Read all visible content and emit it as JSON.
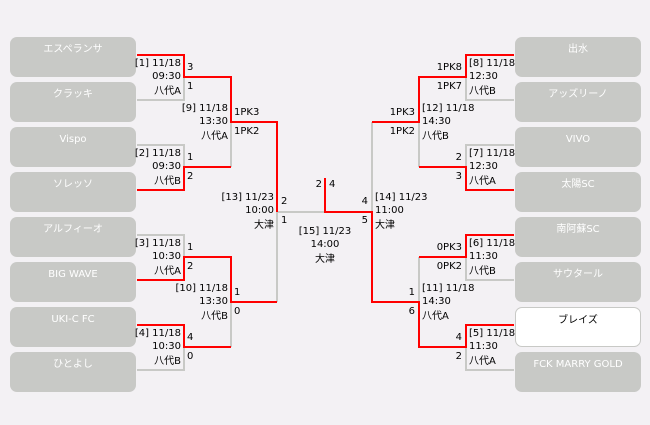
{
  "teams_left": [
    "エスペランサ",
    "クラッキ",
    "Vispo",
    "ソレッソ",
    "アルフィーオ",
    "BIG WAVE",
    "UKI-C FC",
    "ひとよし"
  ],
  "teams_right": [
    "出水",
    "アッズリーノ",
    "VIVO",
    "太陽SC",
    "南阿蘇SC",
    "サウタール",
    "ブレイズ",
    "FCK MARRY GOLD"
  ],
  "champion": "ブレイズ",
  "colors": {
    "win_line": "#ff0000",
    "line": "#c8c9c6",
    "team_box": "#c8c9c6",
    "background": "#f3f1f4"
  },
  "matches": {
    "m1": {
      "no": "[1] 11/18",
      "time": "09:30",
      "venue": "八代A",
      "s1": "3",
      "s2": "1"
    },
    "m2": {
      "no": "[2] 11/18",
      "time": "09:30",
      "venue": "八代B",
      "s1": "1",
      "s2": "2"
    },
    "m3": {
      "no": "[3] 11/18",
      "time": "10:30",
      "venue": "八代A",
      "s1": "1",
      "s2": "2"
    },
    "m4": {
      "no": "[4] 11/18",
      "time": "10:30",
      "venue": "八代B",
      "s1": "4",
      "s2": "0"
    },
    "m5": {
      "no": "[5] 11/18",
      "time": "11:30",
      "venue": "八代A",
      "s1": "4",
      "s2": "2"
    },
    "m6": {
      "no": "[6] 11/18",
      "time": "11:30",
      "venue": "八代B",
      "s1": "0PK3",
      "s2": "0PK2"
    },
    "m7": {
      "no": "[7] 11/18",
      "time": "12:30",
      "venue": "八代A",
      "s1": "2",
      "s2": "3"
    },
    "m8": {
      "no": "[8] 11/18",
      "time": "12:30",
      "venue": "八代B",
      "s1": "1PK8",
      "s2": "1PK7"
    },
    "m9": {
      "no": "[9] 11/18",
      "time": "13:30",
      "venue": "八代A",
      "s1": "1PK3",
      "s2": "1PK2"
    },
    "m10": {
      "no": "[10] 11/18",
      "time": "13:30",
      "venue": "八代B",
      "s1": "1",
      "s2": "0"
    },
    "m11": {
      "no": "[11] 11/18",
      "time": "14:30",
      "venue": "八代A",
      "s1": "1",
      "s2": "6"
    },
    "m12": {
      "no": "[12] 11/18",
      "time": "14:30",
      "venue": "八代B",
      "s1": "1PK3",
      "s2": "1PK2"
    },
    "m13": {
      "no": "[13] 11/23",
      "time": "10:00",
      "venue": "大津",
      "s1": "2",
      "s2": "1"
    },
    "m14": {
      "no": "[14] 11/23",
      "time": "11:00",
      "venue": "大津",
      "s1": "4",
      "s2": "5"
    },
    "m15": {
      "no": "[15] 11/23",
      "time": "14:00",
      "venue": "大津",
      "s1": "2",
      "s2": "4"
    }
  }
}
